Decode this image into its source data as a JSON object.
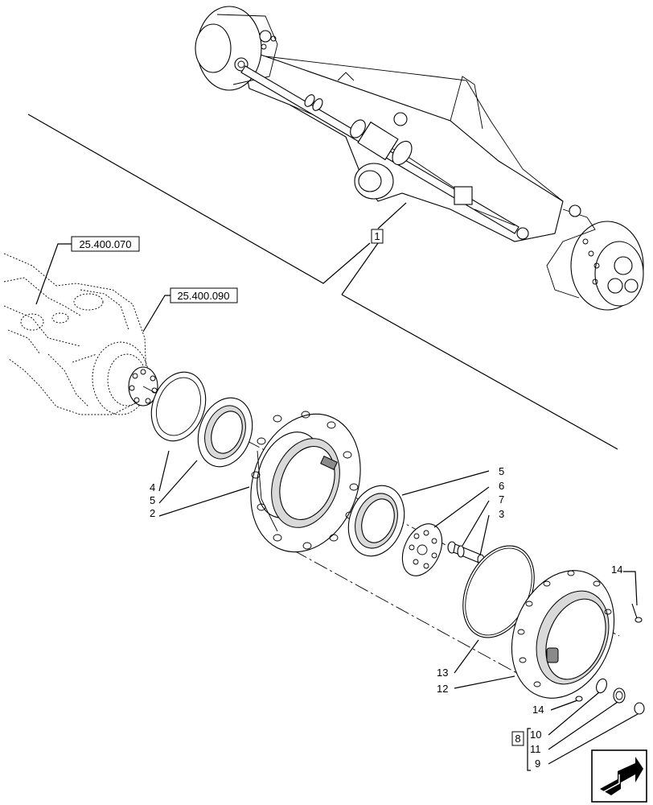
{
  "references": {
    "ref_upper": "25.400.070",
    "ref_lower": "25.400.090"
  },
  "callouts": {
    "c1": "1",
    "c2": "2",
    "c3": "3",
    "c4": "4",
    "c5_left": "5",
    "c5_right": "5",
    "c6": "6",
    "c7": "7",
    "c8": "8",
    "c9": "9",
    "c10": "10",
    "c11": "11",
    "c12": "12",
    "c13": "13",
    "c14_top": "14",
    "c14_bottom": "14"
  },
  "icons": {
    "nav": "arrow-right-icon"
  }
}
